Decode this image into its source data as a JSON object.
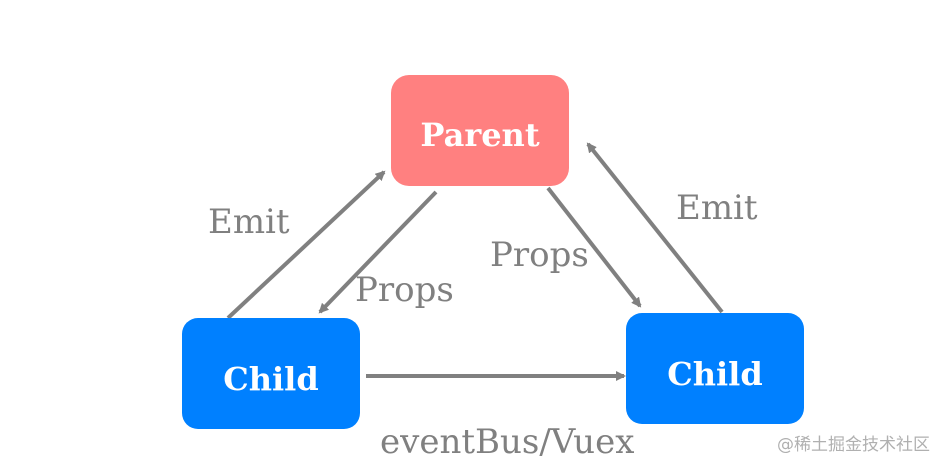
{
  "colors": {
    "parent_fill": "#ff8080",
    "child_fill": "#0080ff",
    "arrow": "#808080",
    "label": "#808080"
  },
  "nodes": {
    "parent": "Parent",
    "child_left": "Child",
    "child_right": "Child"
  },
  "edges": {
    "emit_left": "Emit",
    "props_left": "Props",
    "props_right": "Props",
    "emit_right": "Emit",
    "bus": "eventBus/Vuex"
  },
  "watermark": "@稀土掘金技术社区"
}
